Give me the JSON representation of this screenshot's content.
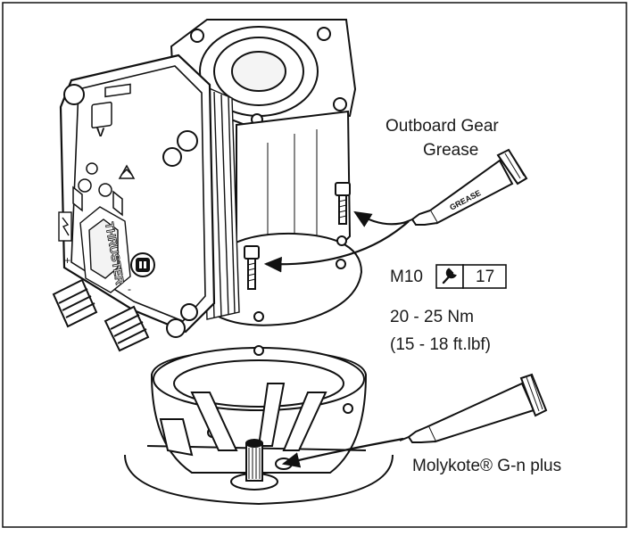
{
  "labels": {
    "outboard_line1": "Outboard Gear",
    "outboard_line2": "Grease",
    "bolt_size": "M10",
    "wrench_size": "17",
    "torque_nm": "20 - 25 Nm",
    "torque_ftlbf": "(15 - 18 ft.lbf)",
    "molykote": "Molykote® G-n plus"
  },
  "tube_labels": {
    "grease_tube": "GREASE"
  },
  "logo_text": "THRUSTER",
  "icons": [
    "wrench-icon"
  ],
  "colors": {
    "line": "#111111",
    "background": "#ffffff"
  }
}
